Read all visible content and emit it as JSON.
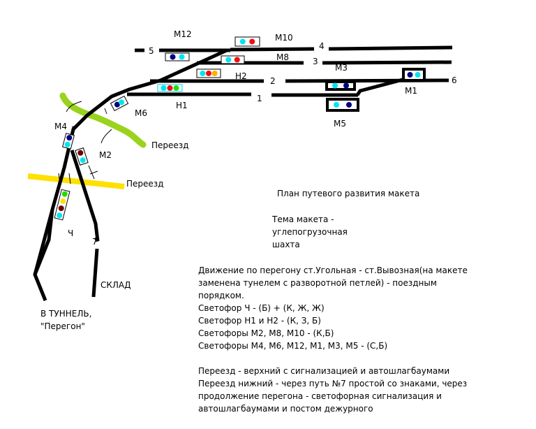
{
  "colors": {
    "track": "#000000",
    "crossing_upper": "#99d31c",
    "crossing_lower": "#ffe000",
    "cyan": "#00e5f0",
    "red": "#ee1111",
    "orange": "#ffb000",
    "green": "#22dd00",
    "darkblue": "#000080",
    "maroon": "#6b0000",
    "yellow": "#ffe000"
  },
  "tracks": {
    "t1": "1",
    "t2": "2",
    "t3": "3",
    "t4": "4",
    "t5": "5",
    "t6": "6",
    "t7": "7"
  },
  "signals": {
    "M12": "М12",
    "M10": "М10",
    "M8": "М8",
    "N2": "Н2",
    "N1": "Н1",
    "M6": "М6",
    "M4": "М4",
    "M2": "М2",
    "M3": "М3",
    "M1": "М1",
    "M5": "М5",
    "CH": "Ч"
  },
  "signal_lamps": {
    "M10": [
      "cyan",
      "red"
    ],
    "M12": [
      "darkblue",
      "cyan"
    ],
    "M8": [
      "cyan",
      "red"
    ],
    "N2": [
      "cyan",
      "red",
      "orange"
    ],
    "N1": [
      "cyan",
      "red",
      "green"
    ],
    "M6": [
      "darkblue",
      "cyan"
    ],
    "M4": [
      "darkblue",
      "cyan"
    ],
    "M2": [
      "maroon",
      "cyan"
    ],
    "CH": [
      "green",
      "yellow",
      "maroon",
      "cyan"
    ],
    "M3": [
      "cyan",
      "darkblue"
    ],
    "M1": [
      "darkblue",
      "cyan"
    ],
    "M5": [
      "cyan",
      "darkblue"
    ]
  },
  "labels": {
    "crossing_upper": "Переезд",
    "crossing_lower": "Переезд",
    "sklad": "СКЛАД",
    "tunnel": "В ТУННЕЛЬ,\n\"Перегон\""
  },
  "notes": {
    "title": "План путевого развития макета",
    "theme": "Тема макета -\nуглепогрузочная\nшахта",
    "rules": "Движение по перегону ст.Угольная - ст.Вывозная(на макете\nзаменена тунелем с разворотной петлей) - поездным\nпорядком.\nСветофор Ч - (Б) + (К, Ж, Ж)\nСветофор Н1 и Н2 - (К, З, Б)\nСветофоры М2, М8, М10 - (К,Б)\nСветофоры М4, М6, М12, М1, М3, М5 - (С,Б)",
    "crossings": "Переезд - верхний с сигнализацией и автошлагбаумами\nПереезд нижний - через путь №7 простой со знаками, через\nпродолжение перегона - светофорная сигнализация и\nавтошлагбаумами и постом дежурного"
  }
}
